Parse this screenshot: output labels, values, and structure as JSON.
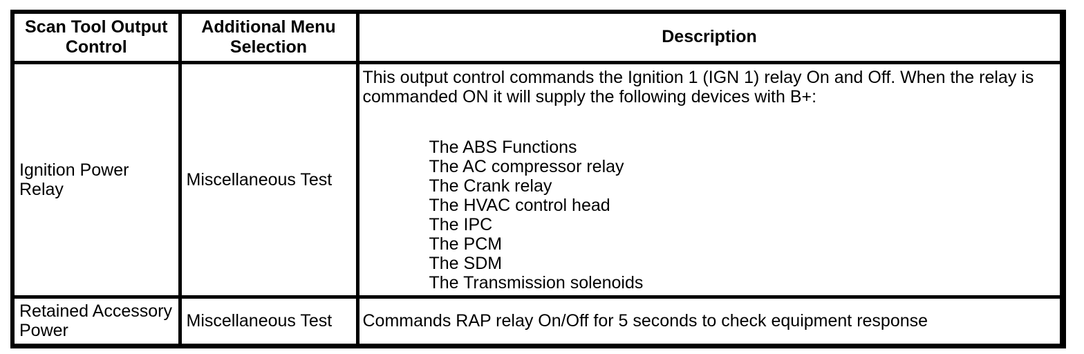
{
  "table": {
    "columns": [
      "Scan Tool Output Control",
      "Additional Menu Selection",
      "Description"
    ],
    "rows": [
      {
        "control": "Ignition Power Relay",
        "menu": "Miscellaneous Test",
        "description_intro": "This output control commands the Ignition 1 (IGN 1) relay On and Off. When the relay is commanded ON it will supply the following devices with B+:",
        "devices": [
          "The ABS Functions",
          "The AC compressor relay",
          "The Crank relay",
          "The HVAC control head",
          "The IPC",
          "The PCM",
          "The SDM",
          "The Transmission solenoids"
        ]
      },
      {
        "control": "Retained Accessory Power",
        "menu": "Miscellaneous Test",
        "description": "Commands RAP relay On/Off for 5 seconds to check equipment response"
      }
    ]
  }
}
